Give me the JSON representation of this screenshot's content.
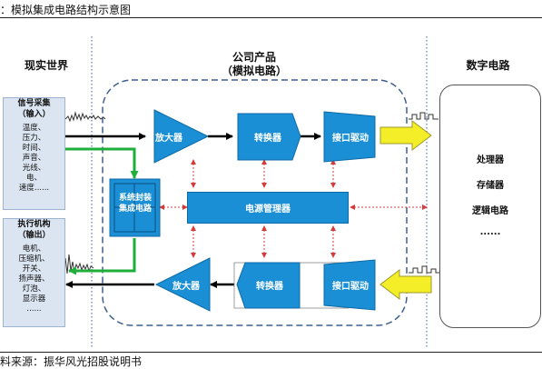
{
  "caption": "：模拟集成电路结构示意图",
  "real_world": {
    "title": "现实世界"
  },
  "input_box": {
    "title": "信号采集",
    "subtitle": "（输入）",
    "items": [
      "温度、",
      "压力、",
      "时间、",
      "声音、",
      "光线、",
      "电、",
      "速度......"
    ]
  },
  "output_box": {
    "title": "执行机构",
    "subtitle": "（输出）",
    "items": [
      "电机、",
      "压缩机、",
      "开关、",
      "扬声器、",
      "灯泡、",
      "显示器",
      "......"
    ]
  },
  "product": {
    "title": "公司产品",
    "subtitle": "（模拟电路）"
  },
  "blocks": {
    "amp_top": "放大器",
    "conv_top": "转换器",
    "drv_top": "接口驱动",
    "power_mgmt": "电源管理器",
    "sip": "系统封装\n集成电路",
    "amp_bottom": "放大器",
    "conv_bottom": "转换器",
    "drv_bottom": "接口驱动"
  },
  "digital": {
    "title": "数字电路",
    "items": [
      "处理器",
      "存储器",
      "逻辑电路",
      "......"
    ]
  },
  "source": "料来源：振华风光招股说明书",
  "colors": {
    "block": "#1a8fd6",
    "input_bg": "#dbe5f1",
    "green_arrow": "#1fae3a",
    "yellow_arrow": "#f3ee27",
    "red_arrow": "#d43b3b"
  }
}
